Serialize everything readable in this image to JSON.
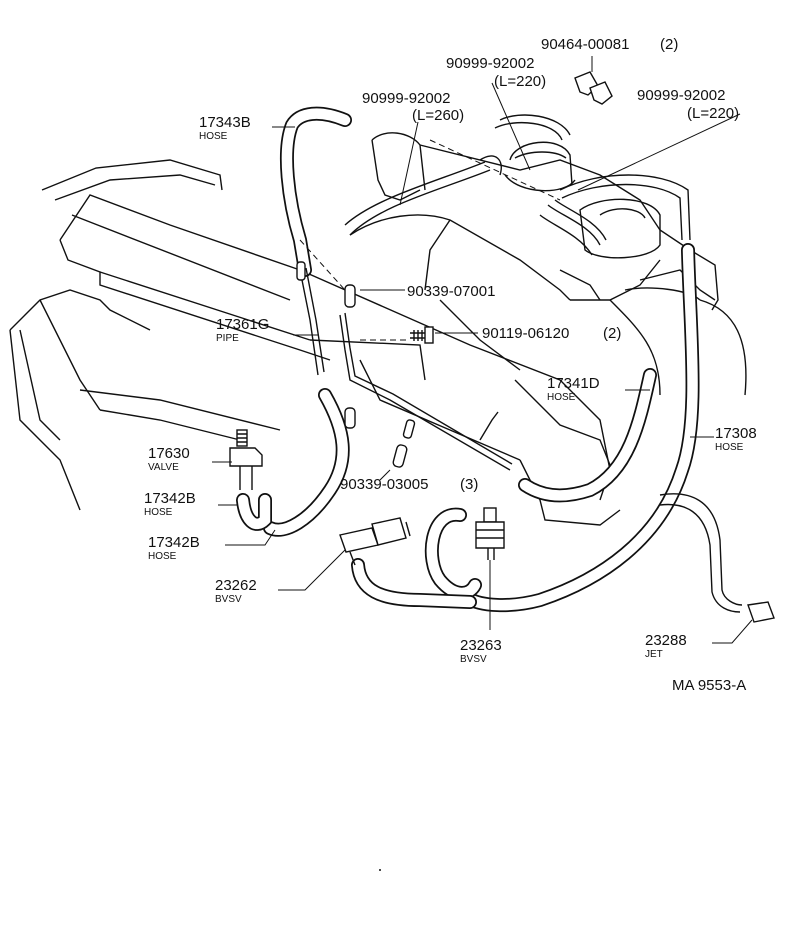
{
  "diagram_ref": "MA 9553-A",
  "parts": [
    {
      "id": "p1",
      "number": "17343B",
      "name": "HOSE"
    },
    {
      "id": "p2",
      "number": "90999-92002",
      "name": "(L=260)"
    },
    {
      "id": "p3",
      "number": "90999-92002",
      "name": "(L=220)"
    },
    {
      "id": "p4",
      "number": "90464-00081",
      "name": "(2)"
    },
    {
      "id": "p5",
      "number": "90999-92002",
      "name": "(L=220)"
    },
    {
      "id": "p6",
      "number": "90339-07001",
      "name": ""
    },
    {
      "id": "p7",
      "number": "17361G",
      "name": "PIPE"
    },
    {
      "id": "p8",
      "number": "90119-06120",
      "name": "(2)"
    },
    {
      "id": "p9",
      "number": "17341D",
      "name": "HOSE"
    },
    {
      "id": "p10",
      "number": "17308",
      "name": "HOSE"
    },
    {
      "id": "p11",
      "number": "17630",
      "name": "VALVE"
    },
    {
      "id": "p12",
      "number": "90339-03005",
      "name": "(3)"
    },
    {
      "id": "p13",
      "number": "17342B",
      "name": "HOSE"
    },
    {
      "id": "p14",
      "number": "17342B",
      "name": "HOSE"
    },
    {
      "id": "p15",
      "number": "23262",
      "name": "BVSV"
    },
    {
      "id": "p16",
      "number": "23263",
      "name": "BVSV"
    },
    {
      "id": "p17",
      "number": "23288",
      "name": "JET"
    }
  ]
}
